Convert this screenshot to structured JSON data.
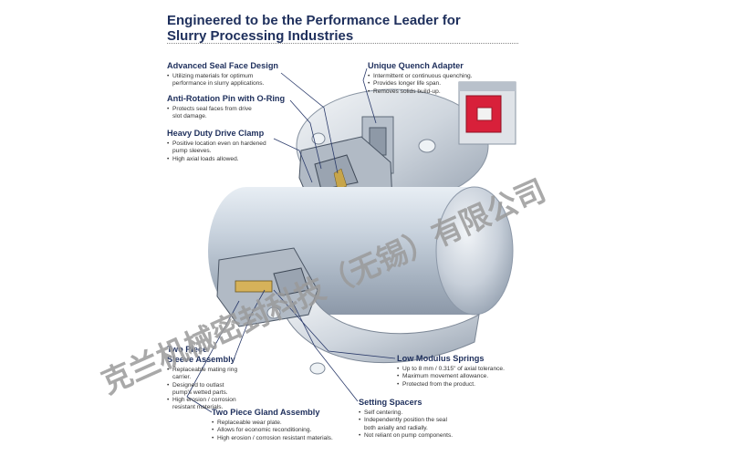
{
  "title": {
    "line1": "Engineered to be the Performance Leader for",
    "line2": "Slurry Processing Industries"
  },
  "callouts": {
    "seal_face": {
      "heading": "Advanced Seal Face Design",
      "bullets": [
        "Utilizing materials for optimum",
        "performance in slurry applications."
      ]
    },
    "anti_rotation": {
      "heading": "Anti-Rotation Pin with O-Ring",
      "bullets": [
        "Protects seal faces from drive",
        "slot damage."
      ]
    },
    "drive_clamp": {
      "heading": "Heavy Duty Drive Clamp",
      "bullets": [
        "Positive location even on hardened",
        "pump sleeves.",
        "High axial loads allowed."
      ]
    },
    "quench_adapter": {
      "heading": "Unique Quench Adapter",
      "bullets": [
        "Intermittent or continuous quenching.",
        "Provides longer life span.",
        "Removes solids build-up."
      ]
    },
    "sleeve_assembly": {
      "heading_line1": "Two Piece",
      "heading_line2": "Sleeve Assembly",
      "bullets": [
        "Replaceable mating ring",
        "carrier.",
        "Designed to outlast",
        "pump's wetted parts.",
        "High erosion / corrosion",
        "resistant materials."
      ]
    },
    "gland_assembly": {
      "heading": "Two Piece Gland Assembly",
      "bullets": [
        "Replaceable wear plate.",
        "Allows for economic reconditioning.",
        "High erosion / corrosion resistant materials."
      ]
    },
    "springs": {
      "heading": "Low Modulus Springs",
      "bullets": [
        "Up to 8 mm / 0.315\" of axial tolerance.",
        "Maximum movement allowance.",
        "Protected from the product."
      ]
    },
    "spacers": {
      "heading": "Setting Spacers",
      "bullets": [
        "Self centering.",
        "Independently position the seal",
        "both axially and radially.",
        "Not reliant on pump components."
      ]
    }
  },
  "watermark": {
    "text": "克兰机械密封科技（无锡）有限公司",
    "color": "#9a9a9a"
  },
  "colors": {
    "heading": "#1e2f5c",
    "leader": "#2a3a6a",
    "quench_red": "#d8203a"
  }
}
